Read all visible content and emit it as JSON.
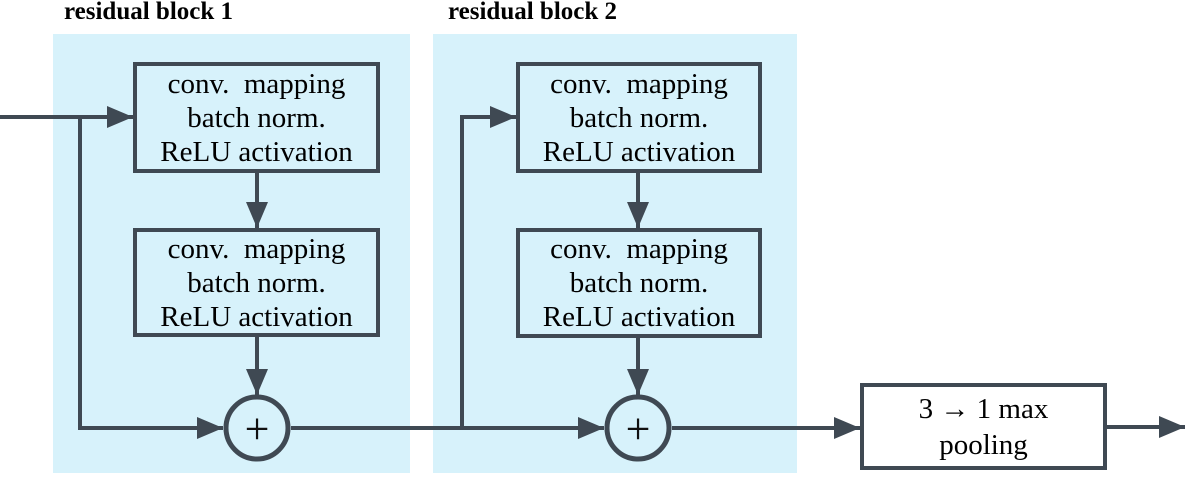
{
  "blocks": [
    {
      "title": "residual block 1",
      "boxes": [
        {
          "line1": "conv.  mapping",
          "line2": "batch norm.",
          "line3": "ReLU activation"
        },
        {
          "line1": "conv.  mapping",
          "line2": "batch norm.",
          "line3": "ReLU activation"
        }
      ],
      "sum_operator": "+"
    },
    {
      "title": "residual block 2",
      "boxes": [
        {
          "line1": "conv.  mapping",
          "line2": "batch norm.",
          "line3": "ReLU activation"
        },
        {
          "line1": "conv.  mapping",
          "line2": "batch norm.",
          "line3": "ReLU activation"
        }
      ],
      "sum_operator": "+"
    }
  ],
  "pooling_box": {
    "line1": "3 → 1 max",
    "line2": "pooling"
  },
  "colors": {
    "block_background": "#d7f2fb",
    "wire": "#3f4953",
    "pooling_fill": "#ffffff",
    "text": "#000000"
  }
}
